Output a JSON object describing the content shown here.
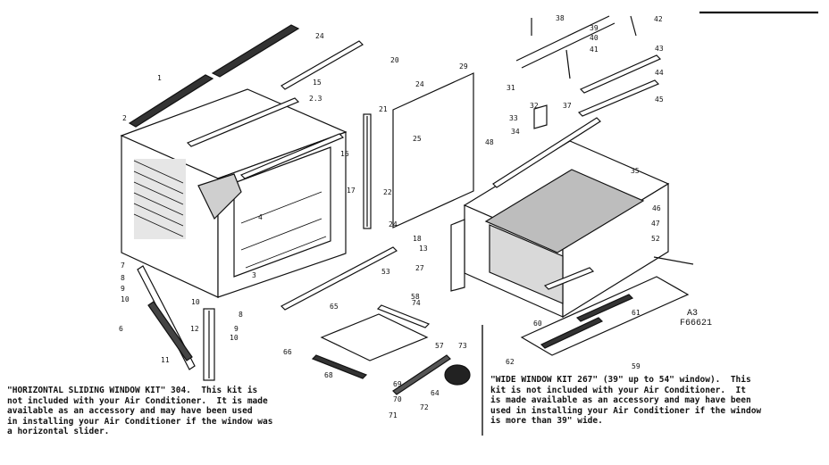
{
  "callouts": [
    "1",
    "2",
    "24",
    "20",
    "29",
    "15",
    "2.3",
    "24",
    "21",
    "16",
    "25",
    "17",
    "22",
    "24",
    "4",
    "13",
    "18",
    "27",
    "3",
    "7",
    "8",
    "9",
    "10",
    "6",
    "10",
    "8",
    "9",
    "10",
    "11",
    "12",
    "38",
    "39",
    "40",
    "41",
    "42",
    "43",
    "44",
    "37",
    "32",
    "45",
    "31",
    "33",
    "34",
    "48",
    "35",
    "46",
    "47",
    "52",
    "53",
    "74",
    "65",
    "66",
    "68",
    "69",
    "70",
    "71",
    "72",
    "73",
    "57",
    "64",
    "58",
    "60",
    "61",
    "62",
    "59"
  ],
  "figure_code_line1": "A3",
  "figure_code_line2": "F66621",
  "note_left": [
    "\"HORIZONTAL SLIDING WINDOW KIT\" 304.  This kit is",
    "not included with your Air Conditioner.  It is made",
    "available as an accessory and may have been used",
    "in installing your Air Conditioner if the window was",
    "a horizontal slider."
  ],
  "note_right": [
    "\"WIDE WINDOW KIT 267\" (39\" up to 54\" window).  This",
    "kit is not included with your Air Conditioner.  It",
    "is made available as an accessory and may have been",
    "used in installing your Air Conditioner if the window",
    "is more than 39\" wide."
  ]
}
